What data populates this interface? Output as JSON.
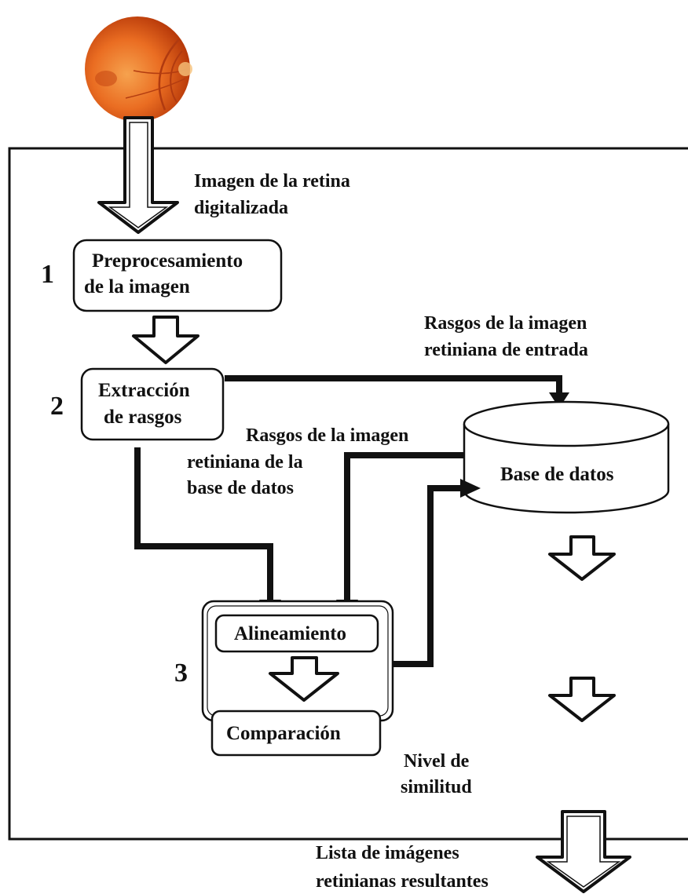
{
  "input": {
    "caption_line1": "Imagen de la retina",
    "caption_line2": "digitalizada"
  },
  "steps": [
    {
      "number": "1",
      "line1": "Preprocesamiento",
      "line2": "de la imagen"
    },
    {
      "number": "2",
      "line1": "Extracción",
      "line2": "de rasgos"
    },
    {
      "number": "3",
      "sub1": "Alineamiento",
      "sub2": "Comparación"
    }
  ],
  "labels": {
    "input_features_line1": "Rasgos de la imagen",
    "input_features_line2": "retiniana de  entrada",
    "db_features_line1": "Rasgos de la imagen",
    "db_features_line2": "retiniana de la",
    "db_features_line3": "base de datos",
    "similarity_line1": "Nivel de",
    "similarity_line2": "similitud",
    "output_line1": "Lista de imágenes",
    "output_line2": "retinianas resultantes"
  },
  "database": {
    "label": "Base de datos"
  },
  "colors": {
    "retina_center": "#f08a3a",
    "retina_edge": "#b83a0a",
    "stroke": "#111111"
  }
}
